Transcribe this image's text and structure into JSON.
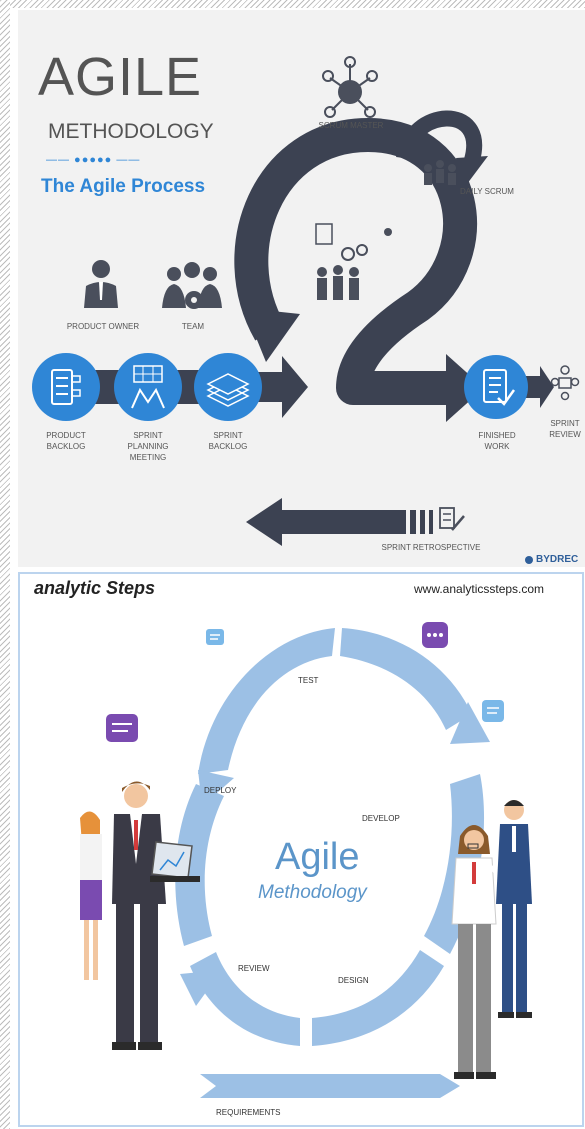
{
  "top_panel": {
    "title": "AGILE",
    "subtitle": "METHODOLOGY",
    "process_title": "The Agile Process",
    "brand": "BYDREC",
    "roles": {
      "scrum_master": "SCRUM MASTER",
      "daily_scrum": "DAILY SCRUM",
      "product_owner": "PRODUCT OWNER",
      "team": "TEAM"
    },
    "steps": {
      "product_backlog": "PRODUCT BACKLOG",
      "sprint_planning": "SPRINT PLANNING MEETING",
      "sprint_backlog": "SPRINT BACKLOG",
      "finished_work": "FINISHED WORK",
      "sprint_review": "SPRINT REVIEW",
      "sprint_retrospective": "SPRINT RETROSPECTIVE"
    },
    "colors": {
      "accent": "#2f86d6",
      "arrow": "#3c4252",
      "text": "#545454"
    }
  },
  "bottom_panel": {
    "logo": "analytic Steps",
    "url": "www.analyticssteps.com",
    "center_title": "Agile",
    "center_subtitle": "Methodology",
    "cycle_labels": {
      "test": "TEST",
      "deploy": "DEPLOY",
      "develop": "DEVELOP",
      "review": "REVIEW",
      "design": "DESIGN",
      "requirements": "REQUIREMENTS"
    },
    "colors": {
      "ring": "#9cc0e5",
      "bubble_purple": "#7a4bb0",
      "bubble_blue": "#7ab8e8",
      "text": "#5b95c9"
    }
  }
}
